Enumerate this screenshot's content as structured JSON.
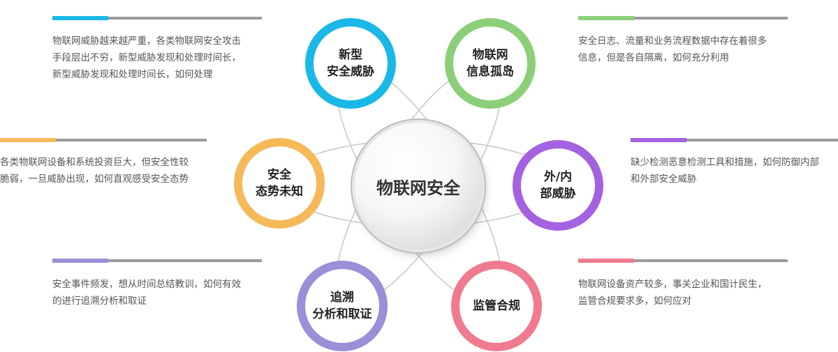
{
  "center": {
    "label": "物联网安全"
  },
  "nodes": [
    {
      "id": "new-threats",
      "label": "新型\n安全威胁",
      "color": "#1ab8e6"
    },
    {
      "id": "iot-info-island",
      "label": "物联网\n信息孤岛",
      "color": "#8ccf7a"
    },
    {
      "id": "situation-unknown",
      "label": "安全\n态势未知",
      "color": "#f6b95a"
    },
    {
      "id": "inside-outside-threats",
      "label": "外/内\n部威胁",
      "color": "#a562e0"
    },
    {
      "id": "traceability",
      "label": "追溯\n分析和取证",
      "color": "#9a8fd8"
    },
    {
      "id": "compliance",
      "label": "监管合规",
      "color": "#f07a8e"
    }
  ],
  "descriptions": {
    "new_threats": "物联网威胁越来越严重，各类物联网安全攻击\n手段层出不穷，新型威胁发现和处理时间长，\n新型威胁发现和处理时间长，如何处理",
    "iot_info_island": "安全日志、流量和业务流程数据中存在着很多\n信息，但是各自隔离，如何充分利用",
    "situation_unknown": "各类物联网设备和系统投资巨大，但安全性较\n脆弱，一旦威胁出现，如何直观感受安全态势",
    "inside_outside_threats": "缺少检测恶意检测工具和措施，如何防御内部\n和外部安全威胁",
    "traceability": "安全事件频发，想从时间总结教训，如何有效\n的进行追溯分析和取证",
    "compliance": "物联网设备资产较多，事关企业和国计民生，\n监管合规要求多，如何应对"
  },
  "accent_colors": {
    "new_threats": "#1ab8e6",
    "iot_info_island": "#8ccf7a",
    "situation_unknown": "#f6b95a",
    "inside_outside_threats": "#a562e0",
    "traceability": "#9a8fd8",
    "compliance": "#f07a8e"
  }
}
